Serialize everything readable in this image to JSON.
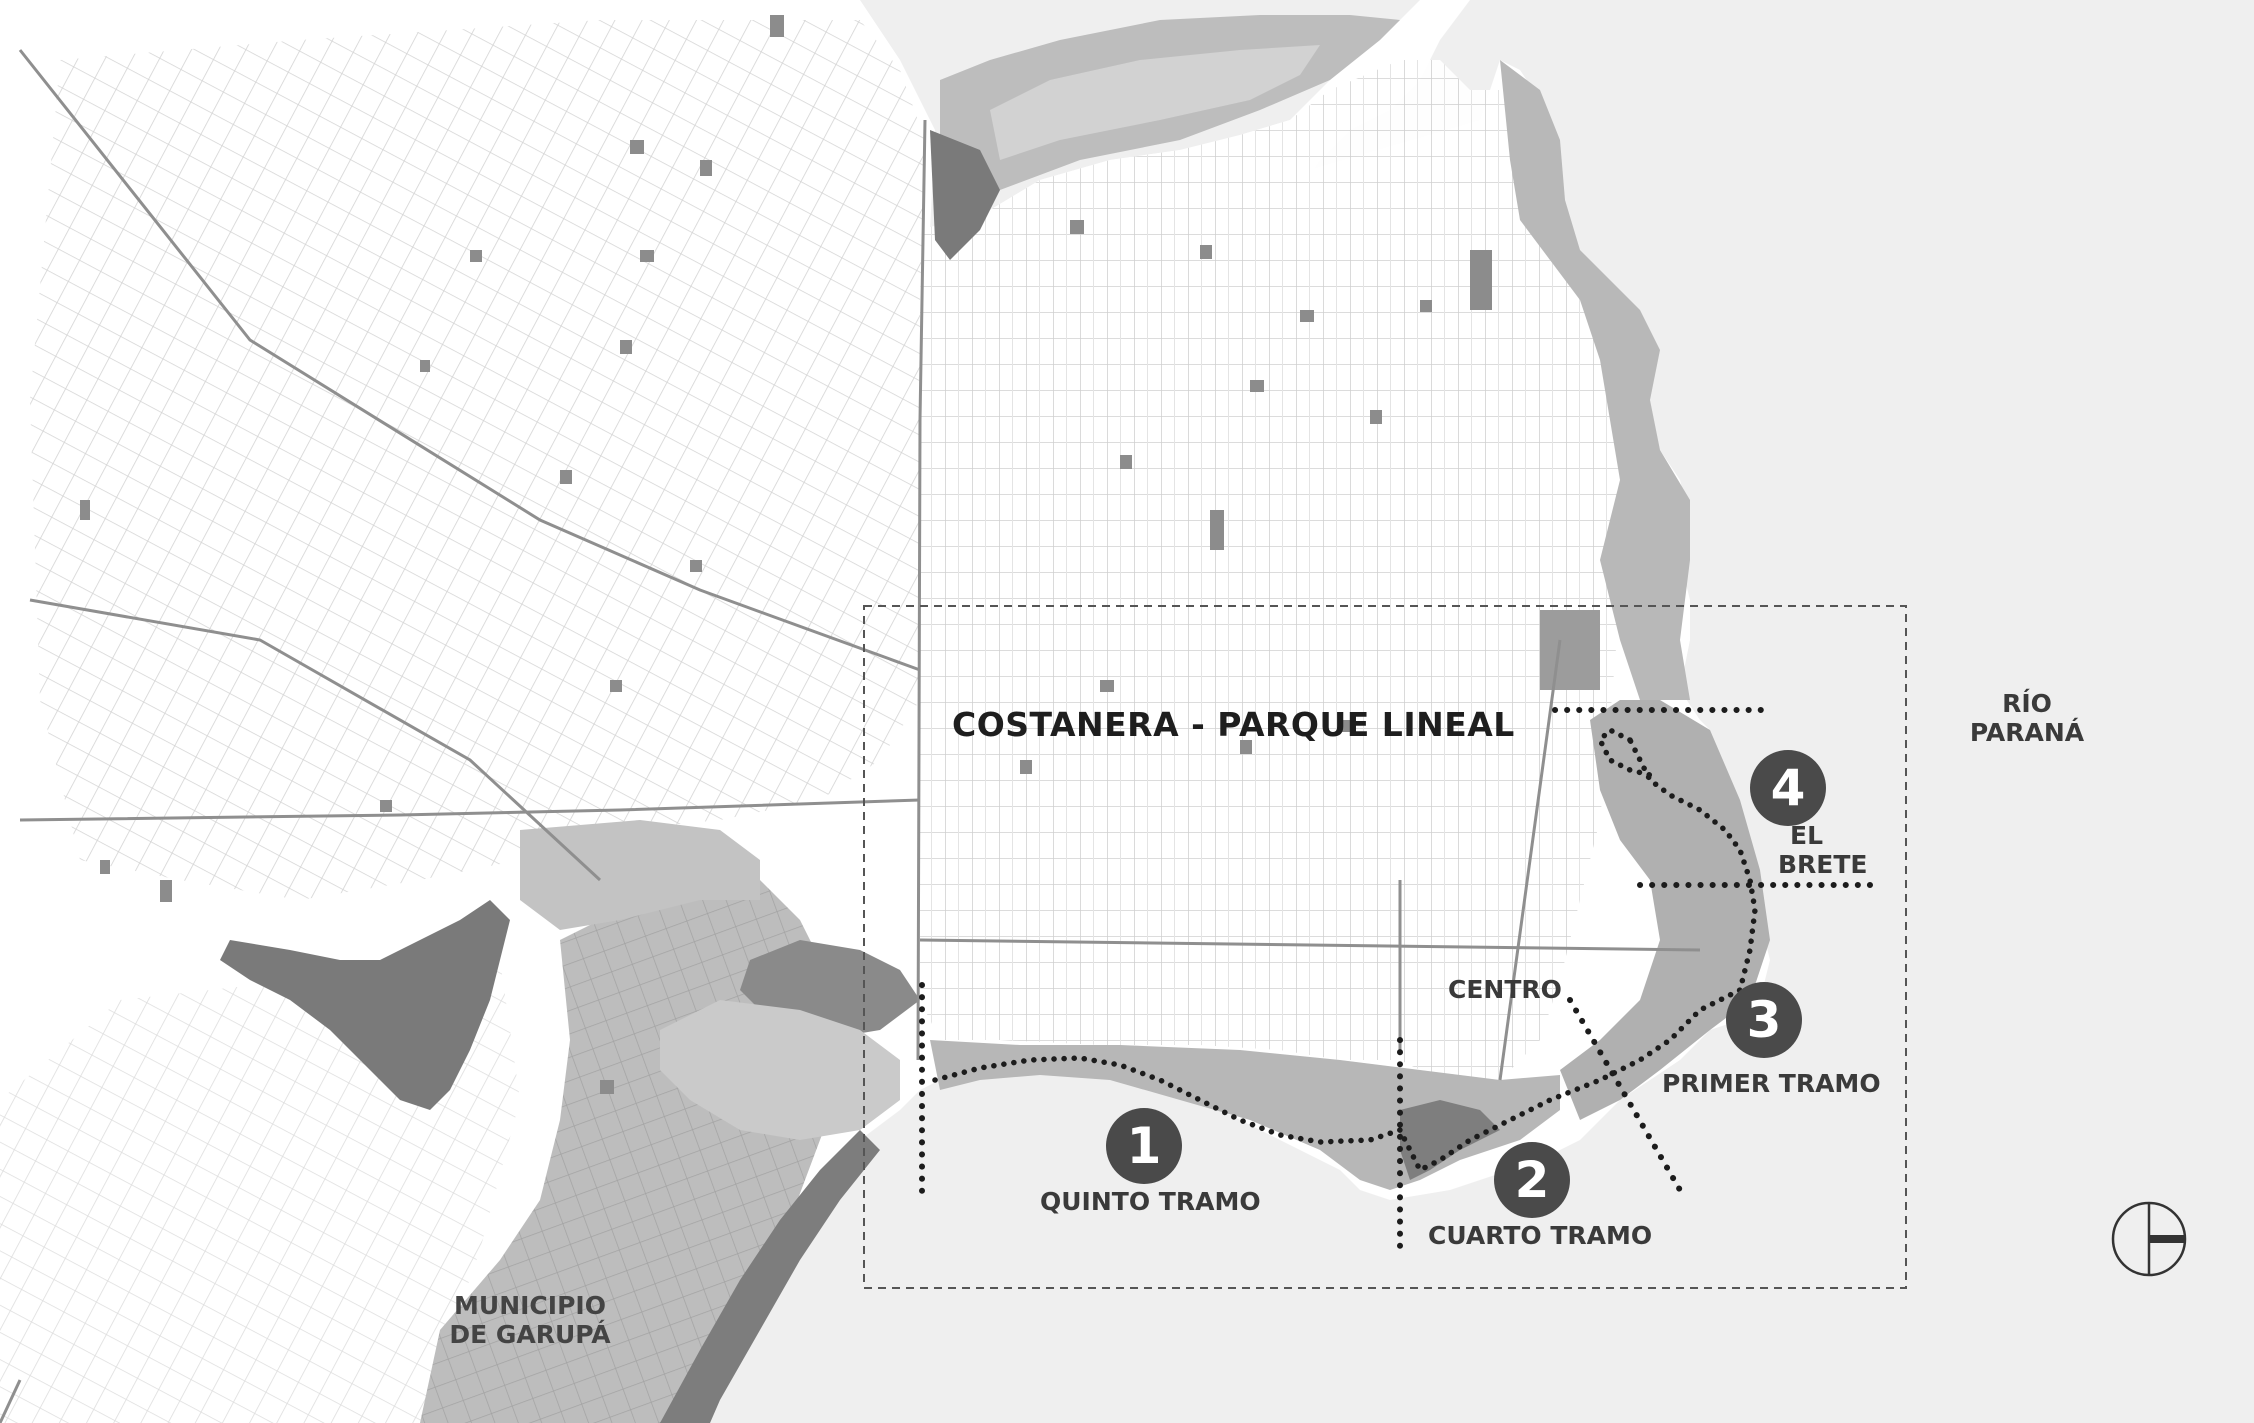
{
  "map": {
    "title": "COSTANERA - PARQUE LINEAL",
    "river": [
      "RÍO",
      "PARANÁ"
    ],
    "municipality": [
      "MUNICIPIO",
      "DE GARUPÁ"
    ],
    "centro": "CENTRO",
    "sections": [
      {
        "number": "1",
        "name": "QUINTO TRAMO"
      },
      {
        "number": "2",
        "name": "CUARTO TRAMO"
      },
      {
        "number": "3",
        "name": "PRIMER TRAMO"
      },
      {
        "number": "4",
        "name": [
          "EL",
          "BRETE"
        ]
      }
    ]
  },
  "colors": {
    "water": "#efefef",
    "land": "#ffffff",
    "street": "#cfcfcf",
    "avenue": "#8f8f8f",
    "green": "#b4b4b4",
    "dark_green": "#7d7d7d",
    "badge": "#4a4a4a",
    "dots": "#1c1c1c"
  },
  "icons": [
    "north-arrow-icon"
  ]
}
